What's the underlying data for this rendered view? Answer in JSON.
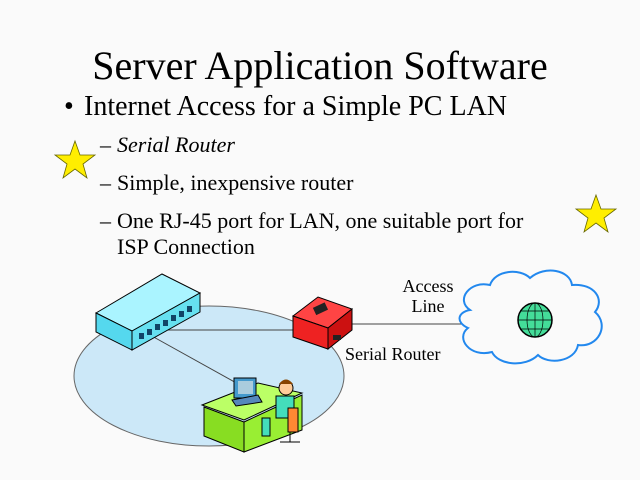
{
  "slide": {
    "title": "Server Application Software",
    "bullet": "Internet Access for a Simple PC LAN",
    "bullet_marker": "•",
    "sub_marker": "–",
    "sub_bullets": [
      {
        "text": "Serial Router",
        "italic": true
      },
      {
        "text": "Simple, inexpensive router",
        "italic": false
      },
      {
        "text": "One RJ-45 port for LAN, one suitable port for",
        "italic": false
      },
      {
        "text": "ISP Connection",
        "italic": false
      }
    ]
  },
  "diagram": {
    "access_line_label_1": "Access",
    "access_line_label_2": "Line",
    "router_label": "Serial Router",
    "icons": [
      "hub-icon",
      "serial-router-icon",
      "workstation-icon",
      "internet-cloud-icon",
      "globe-icon",
      "star-icon"
    ],
    "colors": {
      "lan_ellipse": "#cce8f8",
      "hub": "#66e0f0",
      "router": "#ee2222",
      "desk": "#99ee33",
      "cloud_stroke": "#2288ee",
      "globe": "#44dd99",
      "star": "#ffee00"
    }
  }
}
